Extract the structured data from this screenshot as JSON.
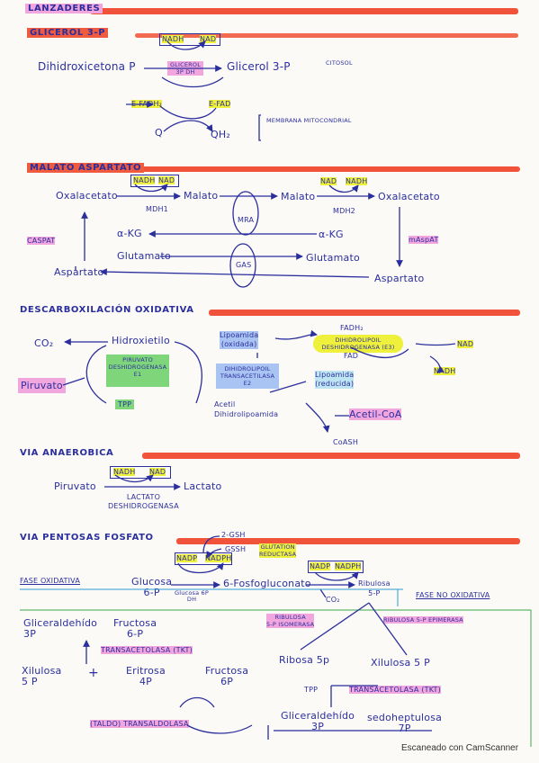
{
  "s1": {
    "title": "LANZADERES",
    "sub": "GLICEROL 3-P",
    "nadh": "NADH",
    "nad": "NAD",
    "dhap": "Dihidroxicetona P",
    "enzyme": "GLICEROL 3P DH",
    "g3p": "Glicerol 3-P",
    "citosol": "CITOSOL",
    "efadh2": "E-FADH₂",
    "efad": "E-FAD",
    "q": "Q",
    "qh2": "QH₂",
    "membrana": "MEMBRANA MITOCONDRIAL"
  },
  "s2": {
    "title": "MALATO ASPARTATO",
    "nadh": "NADH",
    "nad": "NAD",
    "nad2": "NAD",
    "nadh2": "NADH",
    "oxal1": "Oxalacetato",
    "malato1": "Malato",
    "malato2": "Malato",
    "oxal2": "Oxalacetato",
    "mdh1": "MDH1",
    "mdh2": "MDH2",
    "mra": "MRA",
    "gas": "GAS",
    "akg1": "α-KG",
    "akg2": "α-KG",
    "glut1": "Glutamato",
    "glut2": "Glutamato",
    "asp1": "Aspartato",
    "asp2": "Aspartato",
    "caspat": "CASPAT",
    "maspat": "mAspAT"
  },
  "s3": {
    "title": "DESCARBOXILACIÓN OXIDATIVA",
    "co2": "CO₂",
    "hidroxietil": "Hidroxietilo",
    "piruvato": "Piruvato",
    "pdh1": "PIRUVATO DESHIDROGENASA",
    "e1": "E1",
    "tpp": "TPP",
    "lipo_ox1": "Lipoamida",
    "lipo_ox2": "(oxidada)",
    "dlat1": "DIHIDROLIPOIL TRANSACETILASA",
    "e2": "E2",
    "fadh2": "FADH₂",
    "e3": "DIHIDROLIPOIL DESHIDROGENASA (E3)",
    "fad": "FAD",
    "nad": "NAD",
    "nadh": "NADH",
    "lipo_red1": "Lipoamida",
    "lipo_red2": "(reducida)",
    "acetil1": "Acetil",
    "acetil2": "Dihidrolipoamida",
    "acetilcoa": "Acetil-CoA",
    "coash": "CoASH"
  },
  "s4": {
    "title": "VIA ANAEROBICA",
    "nadh": "NADH",
    "nad": "NAD",
    "piruvato": "Piruvato",
    "lactato": "Lactato",
    "ldh1": "LACTATO",
    "ldh2": "DESHIDROGENASA"
  },
  "s5": {
    "title": "VIA PENTOSAS FOSFATO",
    "gsh2": "2-GSH",
    "gssg": "GSSH",
    "gr1": "GLUTATION",
    "gr2": "REDUCTASA",
    "nadp1": "NADP",
    "nadph1": "NADPH",
    "nadp2": "NADP",
    "nadph2": "NADPH",
    "fase_ox": "FASE OXIDATIVA",
    "glucosa1": "Glucosa",
    "glucosa2": "6-P",
    "g6pdh1": "Glucosa 6P",
    "g6pdh2": "DH",
    "fosfog": "6-Fosfogluconato",
    "ribulosa1": "Ribulosa",
    "ribulosa2": "5-P",
    "co2": "CO₂",
    "fase_nox": "FASE NO OXIDATIVA",
    "g3p1": "Gliceraldehído",
    "g3p2": "3P",
    "fructosa1": "Fructosa",
    "fructosa2": "6-P",
    "isomerasa1": "RIBULOSA",
    "isomerasa2": "5-P ISOMERASA",
    "epimerasa": "RIBULOSA 5-P EPIMERASA",
    "tkt1": "TRANSACETOLASA (TKT)",
    "ribosa": "Ribosa 5p",
    "xilulosa2": "Xilulosa 5 P",
    "xilulosa1a": "Xilulosa",
    "xilulosa1b": "5 P",
    "plus": "+",
    "eritrosa1": "Eritrosa",
    "eritrosa2": "4P",
    "fructosa6a": "Fructosa",
    "fructosa6b": "6P",
    "tpp": "TPP",
    "tkt2": "TRANSACETOLASA (TKT)",
    "gliceral1": "Gliceraldehído",
    "gliceral2": "3P",
    "sedo1": "sedoheptulosa",
    "sedo2": "7P",
    "taldo": "(TALDO) TRANSALDOLASA"
  },
  "footer": "Escaneado con CamScanner",
  "colors": {
    "ink": "#2b2f9e",
    "red": "#f0533a",
    "yellow": "#eef03c",
    "pink": "#f2a6de",
    "green": "#7fd57a",
    "blue": "#a9c3f2"
  }
}
